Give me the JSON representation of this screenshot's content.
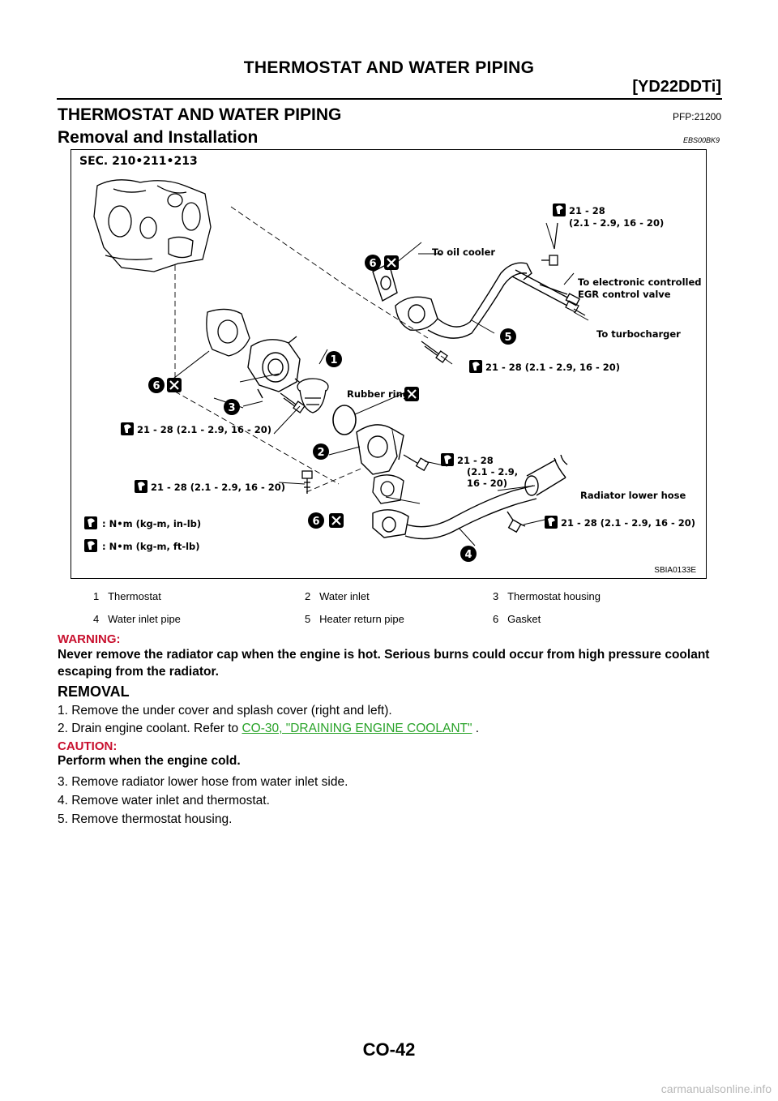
{
  "header": {
    "title": "THERMOSTAT AND WATER PIPING",
    "variant": "[YD22DDTi]"
  },
  "section": {
    "title": "THERMOSTAT AND WATER PIPING",
    "pfp": "PFP:21200",
    "subtitle": "Removal and Installation",
    "ebs": "EBS00BK9"
  },
  "figure": {
    "sec_code": "SEC. 210•211•213",
    "figure_id": "SBIA0133E",
    "labels": {
      "to_oil_cooler": "To oil cooler",
      "to_egr_line1": "To electronic controlled",
      "to_egr_line2": "EGR control valve",
      "to_turbocharger": "To turbocharger",
      "rubber_ring": "Rubber ring",
      "radiator_lower_hose": "Radiator lower hose"
    },
    "torques": {
      "t_top_line1": "21 - 28",
      "t_top_line2": "(2.1 - 2.9, 16 - 20)",
      "t_pipe5": "21 - 28 (2.1 - 2.9, 16 - 20)",
      "t_housing": "21 - 28 (2.1 - 2.9, 16 - 20)",
      "t_inlet_bolt": "21 - 28 (2.1 - 2.9, 16 - 20)",
      "t_inlet_line1": "21 - 28",
      "t_inlet_line2": "(2.1 - 2.9,",
      "t_inlet_line3": "16 - 20)",
      "t_pipe4": "21 - 28 (2.1 - 2.9, 16 - 20)"
    },
    "callouts": [
      "1",
      "2",
      "3",
      "4",
      "5",
      "6"
    ],
    "units_legend": [
      ": N•m (kg-m, in-lb)",
      ": N•m (kg-m, ft-lb)"
    ]
  },
  "legend": [
    [
      {
        "num": "1",
        "name": "Thermostat"
      },
      {
        "num": "2",
        "name": "Water inlet"
      },
      {
        "num": "3",
        "name": "Thermostat housing"
      }
    ],
    [
      {
        "num": "4",
        "name": "Water inlet pipe"
      },
      {
        "num": "5",
        "name": "Heater return pipe"
      },
      {
        "num": "6",
        "name": "Gasket"
      }
    ]
  ],
  "warning": {
    "label": "WARNING:",
    "text": "Never remove the radiator cap when the engine is hot. Serious burns could occur from high pressure coolant escaping from the radiator."
  },
  "removal": {
    "heading": "REMOVAL",
    "step1": "1.  Remove the under cover and splash cover (right and left).",
    "step2_prefix": "2.  Drain engine coolant. Refer to ",
    "step2_link": "CO-30, \"DRAINING ENGINE COOLANT\"",
    "step2_suffix": " .",
    "caution_label": "CAUTION:",
    "caution_text": "Perform when the engine cold.",
    "step3": "3.  Remove radiator  lower hose from water inlet side.",
    "step4": "4.  Remove water inlet and thermostat.",
    "step5": "5.  Remove thermostat housing."
  },
  "page_number": "CO-42",
  "watermark": "carmanualsonline.info"
}
